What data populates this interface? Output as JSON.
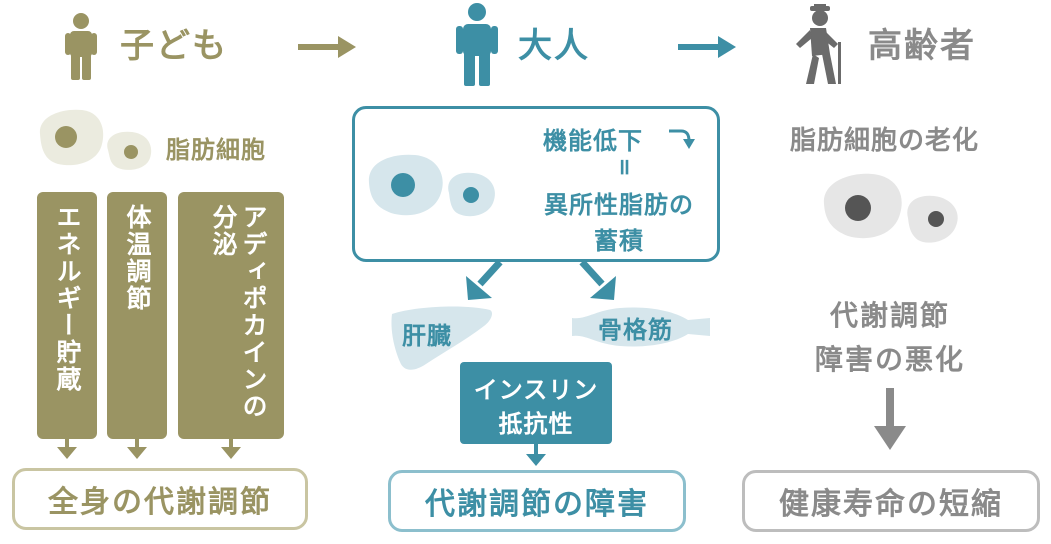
{
  "stages": {
    "child": "子ども",
    "adult": "大人",
    "elderly": "高齢者"
  },
  "child": {
    "cells_label": "脂肪細胞",
    "functions": [
      "エネルギー貯蔵",
      "体温調節",
      "アディポカインの分泌"
    ],
    "result": "全身の代謝調節"
  },
  "adult": {
    "box_line1": "機能低下",
    "box_equals": "॥",
    "box_line2": "異所性脂肪の",
    "box_line3": "蓄積",
    "liver": "肝臓",
    "muscle": "骨格筋",
    "insulin_line1": "インスリン",
    "insulin_line2": "抵抗性",
    "result": "代謝調節の障害"
  },
  "elderly": {
    "cells_label": "脂肪細胞の老化",
    "effect_line1": "代謝調節",
    "effect_line2": "障害の悪化",
    "result": "健康寿命の短縮"
  },
  "colors": {
    "child": "#9a9463",
    "adult": "#3d8fa5",
    "elderly": "#8a8a8a"
  },
  "icons": [
    "child-figure-icon",
    "adult-figure-icon",
    "elderly-figure-icon",
    "arrow-right-icon",
    "arrow-down-icon",
    "fat-cell-icon",
    "liver-icon",
    "muscle-icon"
  ]
}
